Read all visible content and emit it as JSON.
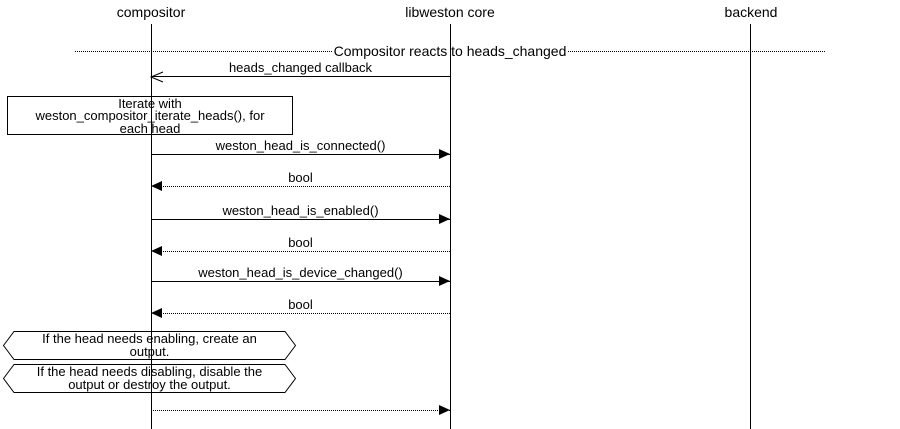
{
  "colors": {
    "line": "#000000",
    "text": "#000000",
    "background": "#ffffff"
  },
  "lifelines": [
    {
      "label": "compositor"
    },
    {
      "label": "libweston core"
    },
    {
      "label": "backend"
    }
  ],
  "divider": {
    "label": "Compositor reacts to heads_changed"
  },
  "messages": [
    {
      "label": "heads_changed callback",
      "from": "libweston core",
      "to": "compositor",
      "line": "solid",
      "arrowhead": "open"
    },
    {
      "label": "weston_head_is_connected()",
      "from": "compositor",
      "to": "libweston core",
      "line": "solid",
      "arrowhead": "filled"
    },
    {
      "label": "bool",
      "from": "libweston core",
      "to": "compositor",
      "line": "dotted",
      "arrowhead": "filled"
    },
    {
      "label": "weston_head_is_enabled()",
      "from": "compositor",
      "to": "libweston core",
      "line": "solid",
      "arrowhead": "filled"
    },
    {
      "label": "bool",
      "from": "libweston core",
      "to": "compositor",
      "line": "dotted",
      "arrowhead": "filled"
    },
    {
      "label": "weston_head_is_device_changed()",
      "from": "compositor",
      "to": "libweston core",
      "line": "solid",
      "arrowhead": "filled"
    },
    {
      "label": "bool",
      "from": "libweston core",
      "to": "compositor",
      "line": "dotted",
      "arrowhead": "filled"
    },
    {
      "label": "",
      "from": "compositor",
      "to": "libweston core",
      "line": "dotted",
      "arrowhead": "filled"
    }
  ],
  "note_box": {
    "lines": [
      "Iterate with",
      "weston_compositor_iterate_heads(), for",
      "each head"
    ]
  },
  "condition_notes": [
    {
      "lines": [
        "If the head needs enabling, create an",
        "output."
      ]
    },
    {
      "lines": [
        "If the head needs disabling, disable the",
        "output or destroy the output."
      ]
    }
  ]
}
